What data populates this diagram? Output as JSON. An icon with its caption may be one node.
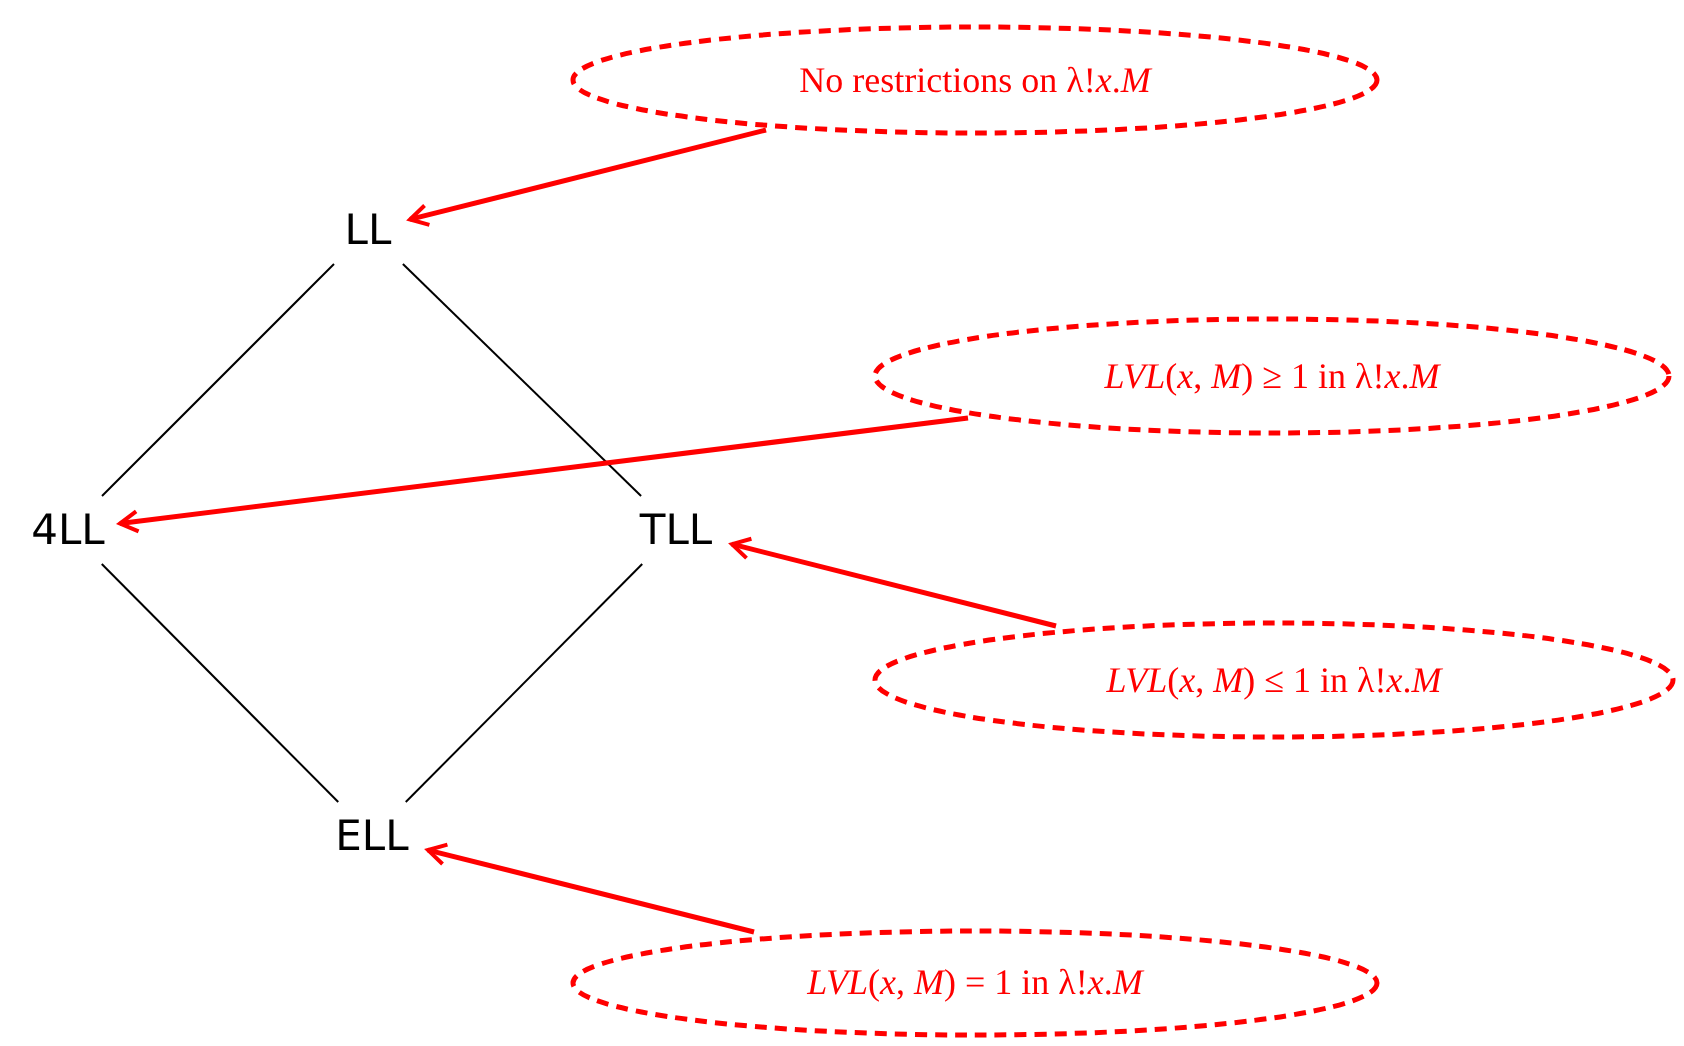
{
  "diagram": {
    "nodes": [
      {
        "text": [
          "No restrictions on λ!*x*.*M*"
        ]
      },
      {
        "text": [
          "LL"
        ]
      },
      {
        "text": [
          "*LVL*(*x*, *M*) ≥ 1 in λ!*x*.*M*"
        ]
      },
      {
        "text": [
          "4LL"
        ]
      },
      {
        "text": [
          "TLL"
        ]
      },
      {
        "text": [
          "*LVL*(*x*, *M*) ≤ 1 in λ!*x*.*M*"
        ]
      },
      {
        "text": [
          "ELL"
        ]
      },
      {
        "text": [
          "*LVL*(*x*, *M*) = 1 in λ!*x*.*M*"
        ]
      }
    ],
    "edges": [
      {
        "from": 1,
        "to": 3,
        "arrow": "none"
      },
      {
        "from": 1,
        "to": 4,
        "arrow": "none"
      },
      {
        "from": 3,
        "to": 6,
        "arrow": "none"
      },
      {
        "from": 4,
        "to": 6,
        "arrow": "none"
      },
      {
        "from": 0,
        "to": 1,
        "arrow": "to",
        "style": "thick",
        "color": "#ff0000"
      },
      {
        "from": 2,
        "to": 3,
        "arrow": "to",
        "style": "thick",
        "color": "#ff0000"
      },
      {
        "from": 5,
        "to": 4,
        "arrow": "to",
        "style": "thick",
        "color": "#ff0000"
      },
      {
        "from": 7,
        "to": 6,
        "arrow": "to",
        "style": "thick",
        "color": "#ff0000"
      }
    ]
  }
}
